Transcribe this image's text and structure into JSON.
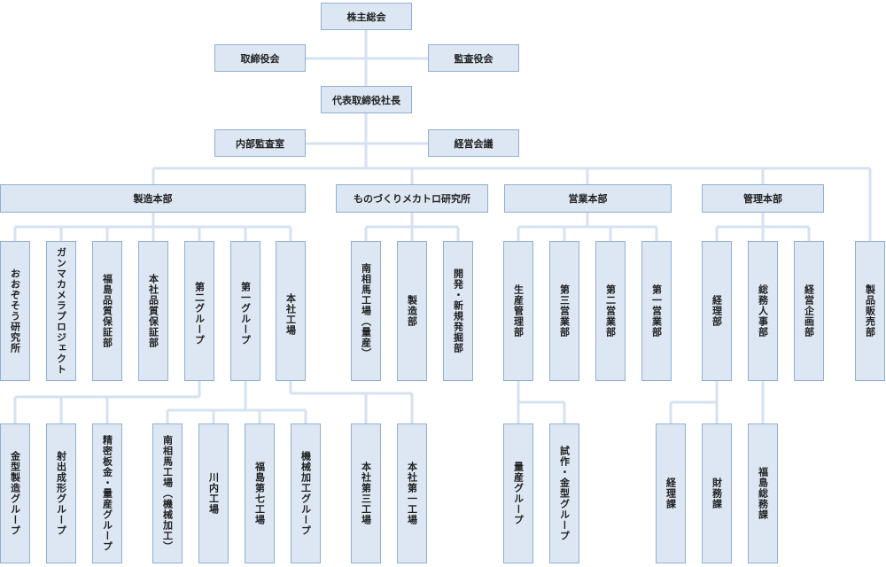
{
  "org": {
    "shareholders": "株主総会",
    "board": "取締役会",
    "auditors": "監査役会",
    "president": "代表取締役社長",
    "internal_audit": "内部監査室",
    "management_meeting": "経営会議",
    "mfg_hq": "製造本部",
    "mono_lab": "ものづくりメカトロ研究所",
    "sales_hq": "営業本部",
    "admin_hq": "管理本部",
    "ozoso_lab": "おおぞそう研究所",
    "gamma_camera": "ガンマカメラプロジェクト",
    "fukushima_qa": "福島品質保証部",
    "honsha_qa": "本社品質保証部",
    "group_2": "第二グループ",
    "group_1": "第一グループ",
    "honsha_factory": "本社工場",
    "minamisoma_mass": "南相馬工場（量産）",
    "lab_mfg": "製造部",
    "dev_new": "開発・新規発掘部",
    "production_mgmt": "生産管理部",
    "sales_3": "第三営業部",
    "sales_2": "第二営業部",
    "sales_1": "第一営業部",
    "accounting": "経理部",
    "general_hr": "総務人事部",
    "planning": "経営企画部",
    "product_sales": "製品販売部",
    "mold_mfg": "金型製造グループ",
    "injection": "射出成形グループ",
    "precision_sheet": "精密板金・量産グループ",
    "minamisoma_machining": "南相馬工場（機械加工）",
    "kawauchi": "川内工場",
    "fukushima_7": "福島第七工場",
    "machining_group": "機械加工グループ",
    "honsha_3": "本社第三工場",
    "honsha_1": "本社第一工場",
    "mass_group": "量産グループ",
    "prototype_mold": "試作・金型グループ",
    "accounting_section": "経理課",
    "finance_section": "財務課",
    "fukushima_general": "福島総務課"
  },
  "colors": {
    "box_fill": "#dce7f3",
    "box_border": "#8fb0d2",
    "line": "#d5e2f0"
  }
}
